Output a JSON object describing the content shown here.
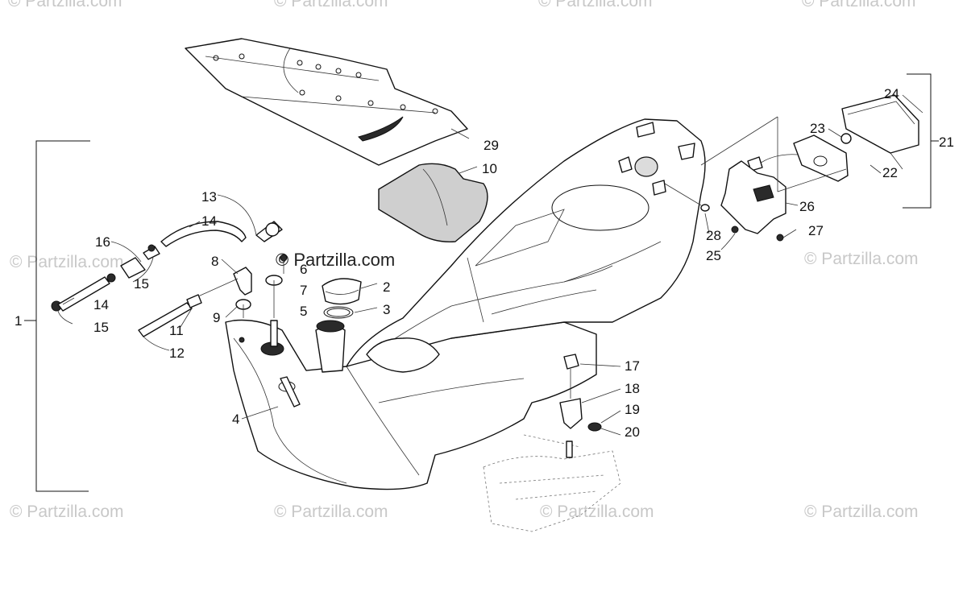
{
  "watermarks": {
    "text": "© Partzilla.com",
    "center_text": "© Partzilla.com"
  },
  "callouts": [
    "1",
    "2",
    "3",
    "4",
    "5",
    "6",
    "7",
    "8",
    "9",
    "10",
    "11",
    "12",
    "13",
    "14",
    "14",
    "15",
    "15",
    "16",
    "17",
    "18",
    "19",
    "20",
    "21",
    "22",
    "23",
    "24",
    "25",
    "26",
    "27",
    "28",
    "29"
  ],
  "colors": {
    "line": "#111111",
    "watermark": "#c8c8c8",
    "background": "#ffffff"
  }
}
